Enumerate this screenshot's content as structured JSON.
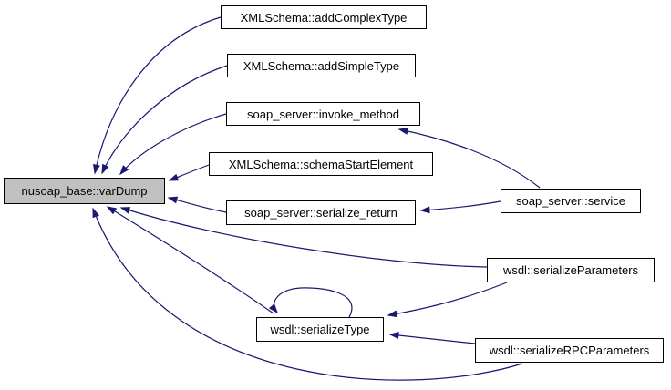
{
  "diagram": {
    "type": "call-graph",
    "root": "varDump",
    "nodes": [
      {
        "id": "varDump",
        "label": "nusoap_base::varDump",
        "highlighted": true
      },
      {
        "id": "addComplexType",
        "label": "XMLSchema::addComplexType",
        "highlighted": false
      },
      {
        "id": "addSimpleType",
        "label": "XMLSchema::addSimpleType",
        "highlighted": false
      },
      {
        "id": "invoke_method",
        "label": "soap_server::invoke_method",
        "highlighted": false
      },
      {
        "id": "schemaStartElement",
        "label": "XMLSchema::schemaStartElement",
        "highlighted": false
      },
      {
        "id": "serialize_return",
        "label": "soap_server::serialize_return",
        "highlighted": false
      },
      {
        "id": "service",
        "label": "soap_server::service",
        "highlighted": false
      },
      {
        "id": "serializeParameters",
        "label": "wsdl::serializeParameters",
        "highlighted": false
      },
      {
        "id": "serializeType",
        "label": "wsdl::serializeType",
        "highlighted": false
      },
      {
        "id": "serializeRPCParameters",
        "label": "wsdl::serializeRPCParameters",
        "highlighted": false
      }
    ],
    "edges": [
      {
        "from": "addComplexType",
        "to": "varDump"
      },
      {
        "from": "addSimpleType",
        "to": "varDump"
      },
      {
        "from": "invoke_method",
        "to": "varDump"
      },
      {
        "from": "schemaStartElement",
        "to": "varDump"
      },
      {
        "from": "serialize_return",
        "to": "varDump"
      },
      {
        "from": "service",
        "to": "invoke_method"
      },
      {
        "from": "service",
        "to": "serialize_return"
      },
      {
        "from": "serializeParameters",
        "to": "varDump"
      },
      {
        "from": "serializeParameters",
        "to": "serializeType"
      },
      {
        "from": "serializeType",
        "to": "varDump"
      },
      {
        "from": "serializeType",
        "to": "serializeType"
      },
      {
        "from": "serializeRPCParameters",
        "to": "serializeType"
      },
      {
        "from": "serializeRPCParameters",
        "to": "varDump"
      }
    ],
    "colors": {
      "edge": "#191970",
      "node_fill": "#ffffff",
      "node_border": "#000000",
      "highlight_fill": "#c0c0c0",
      "background": "#ffffff",
      "text": "#000000"
    }
  }
}
